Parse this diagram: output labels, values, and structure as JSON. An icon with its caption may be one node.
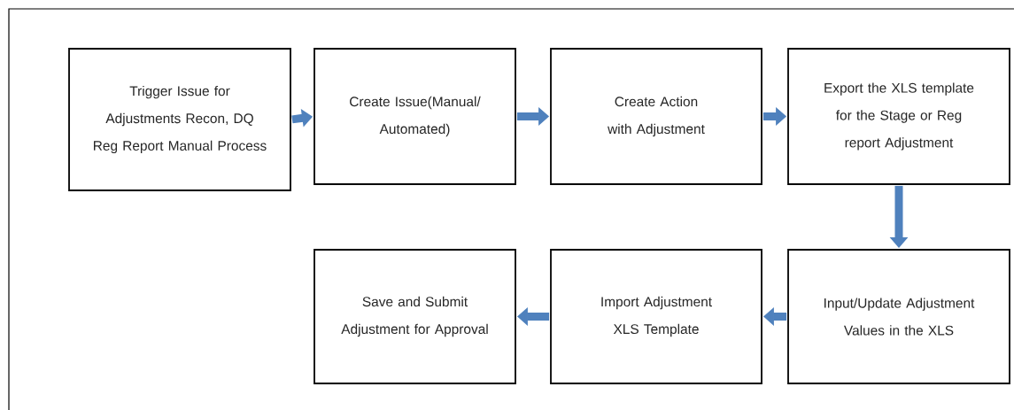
{
  "diagram": {
    "nodes": [
      {
        "text": [
          "Trigger Issue for Adjustments Recon, DQ Reg Report Manual Process"
        ]
      },
      {
        "text": [
          "Create Issue(Manual/ Automated)"
        ]
      },
      {
        "text": [
          "Create Action with Adjustment"
        ]
      },
      {
        "text": [
          "Export the XLS template for the Stage or Reg report Adjustment"
        ]
      },
      {
        "text": [
          "Input/Update Adjustment Values in the XLS"
        ]
      },
      {
        "text": [
          "Import Adjustment XLS Template"
        ]
      },
      {
        "text": [
          "Save and Submit Adjustment for Approval"
        ]
      }
    ],
    "edges": [
      {
        "from": 0,
        "to": 1,
        "arrow": "to"
      },
      {
        "from": 1,
        "to": 2,
        "arrow": "to"
      },
      {
        "from": 2,
        "to": 3,
        "arrow": "to"
      },
      {
        "from": 3,
        "to": 4,
        "arrow": "to"
      },
      {
        "from": 4,
        "to": 5,
        "arrow": "to"
      },
      {
        "from": 5,
        "to": 6,
        "arrow": "to"
      }
    ]
  }
}
